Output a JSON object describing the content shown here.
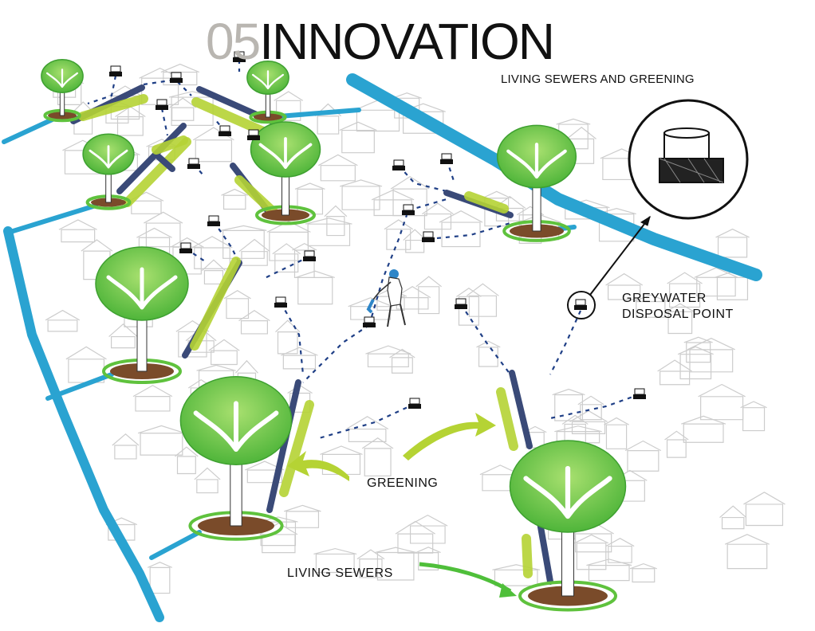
{
  "header": {
    "number": "05",
    "word": "INNOVATION",
    "subtitle": "LIVING SEWERS AND GREENING"
  },
  "labels": {
    "greywater_line1": "GREYWATER",
    "greywater_line2": "DISPOSAL POINT",
    "greening": "GREENING",
    "living_sewers": "LIVING SEWERS"
  },
  "colors": {
    "river": "#2aa3d1",
    "sewer": "#3a4a78",
    "greening": "#b5d334",
    "tree_canopy": "#6cc24a",
    "tree_canopy_light": "#9fdc6a",
    "soil": "#7a4b2a",
    "ring": "#5fc23d",
    "sketch": "#bdbdbd"
  }
}
